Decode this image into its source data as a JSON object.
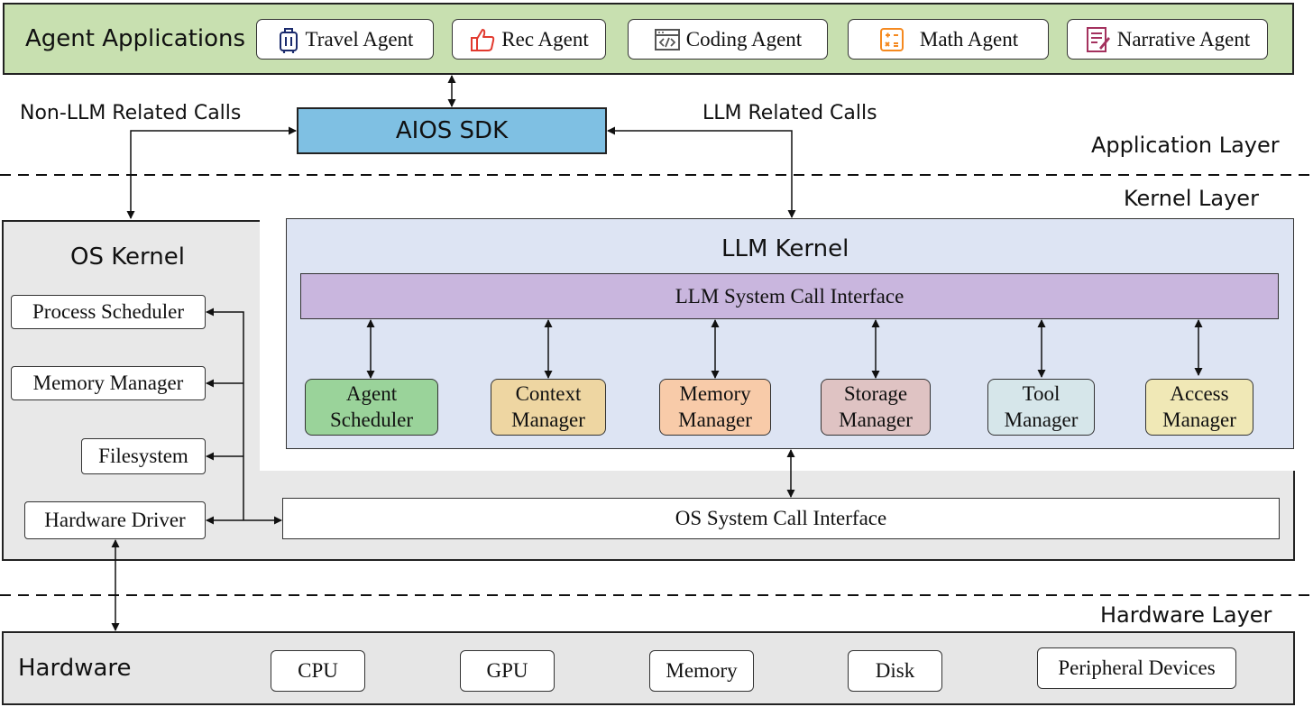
{
  "application_layer": {
    "title": "Agent Applications",
    "agents": [
      {
        "label": "Travel Agent",
        "icon": "suitcase-icon"
      },
      {
        "label": "Rec Agent",
        "icon": "thumbs-up-icon"
      },
      {
        "label": "Coding Agent",
        "icon": "code-window-icon"
      },
      {
        "label": "Math Agent",
        "icon": "calculator-icon"
      },
      {
        "label": "Narrative Agent",
        "icon": "document-pen-icon"
      }
    ],
    "sdk_label": "AIOS SDK",
    "non_llm_calls_label": "Non-LLM Related Calls",
    "llm_calls_label": "LLM Related Calls",
    "layer_label": "Application Layer"
  },
  "kernel_layer": {
    "layer_label": "Kernel Layer",
    "os_kernel": {
      "title": "OS Kernel",
      "components": [
        "Process Scheduler",
        "Memory Manager",
        "Filesystem",
        "Hardware Driver"
      ],
      "syscall_interface": "OS System Call Interface"
    },
    "llm_kernel": {
      "title": "LLM Kernel",
      "syscall_interface": "LLM System Call Interface",
      "modules": [
        {
          "line1": "Agent",
          "line2": "Scheduler"
        },
        {
          "line1": "Context",
          "line2": "Manager"
        },
        {
          "line1": "Memory",
          "line2": "Manager"
        },
        {
          "line1": "Storage",
          "line2": "Manager"
        },
        {
          "line1": "Tool",
          "line2": "Manager"
        },
        {
          "line1": "Access",
          "line2": "Manager"
        }
      ]
    }
  },
  "hardware_layer": {
    "layer_label": "Hardware Layer",
    "title": "Hardware",
    "devices": [
      "CPU",
      "GPU",
      "Memory",
      "Disk",
      "Peripheral Devices"
    ]
  },
  "colors": {
    "application_band": "#c8e0b0",
    "sdk": "#7fc0e3",
    "llm_kernel": "#dde4f3",
    "llm_syscall": "#c9b6de",
    "os_band": "#e8e8e8",
    "hardware_band": "#e6e6e6",
    "module_colors": [
      "#9ad39a",
      "#eed6a2",
      "#f8cba9",
      "#dfc3c3",
      "#d6e6ea",
      "#f0e8b6"
    ],
    "icon_colors": [
      "#1a2a6c",
      "#e23a2f",
      "#555555",
      "#f5891f",
      "#a4315e"
    ]
  }
}
